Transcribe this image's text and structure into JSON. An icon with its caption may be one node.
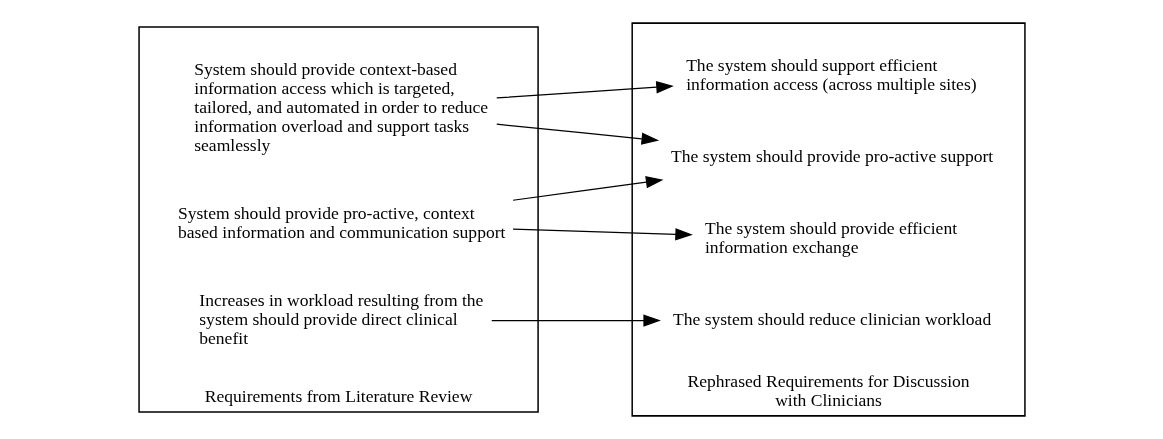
{
  "diagram": {
    "nodes": [
      {
        "text": [
          "Requirements from Literature Review"
        ]
      },
      {
        "text": [
          "System should provide context-based information access which is targeted, tailored, and automated in order to reduce information overload and support tasks seamlessly"
        ],
        "in": 0
      },
      {
        "text": [
          "System should provide pro-active, context based information and communication support"
        ],
        "in": 0
      },
      {
        "text": [
          "Increases in workload resulting from the system should provide direct clinical benefit"
        ],
        "in": 0
      },
      {
        "text": [
          "Rephrased Requirements for Discussion with Clinicians"
        ]
      },
      {
        "text": [
          "The system should support efficient information access (across multiple sites)"
        ],
        "in": 4
      },
      {
        "text": [
          "The system should provide efficient information exchange"
        ],
        "in": 4
      },
      {
        "text": [
          "The system should provide pro-active support"
        ],
        "in": 4
      },
      {
        "text": [
          "The system should reduce clinician workload"
        ],
        "in": 4
      }
    ],
    "edges": [
      {
        "from": 1,
        "to": 5,
        "arrow": "to"
      },
      {
        "from": 1,
        "to": 7,
        "arrow": "to"
      },
      {
        "from": 2,
        "to": 6,
        "arrow": "to"
      },
      {
        "from": 2,
        "to": 7,
        "arrow": "to"
      },
      {
        "from": 3,
        "to": 8,
        "arrow": "to"
      }
    ]
  }
}
